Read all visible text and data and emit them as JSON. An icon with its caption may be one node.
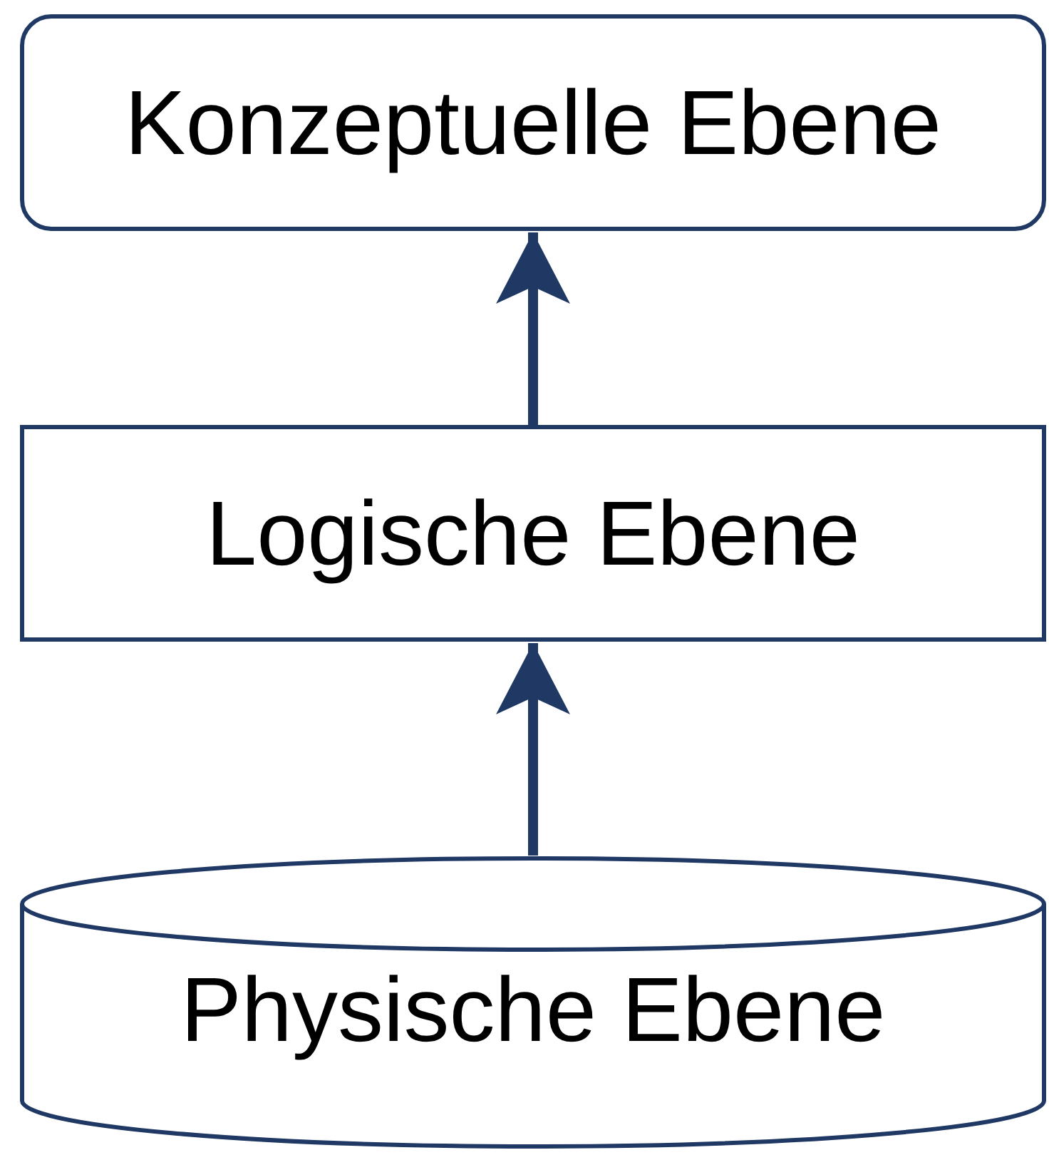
{
  "diagram": {
    "nodes": [
      {
        "text": [
          "Konzeptuelle Ebene"
        ]
      },
      {
        "text": [
          "Logische Ebene"
        ]
      },
      {
        "text": [
          "Physische Ebene"
        ]
      }
    ],
    "edges": [
      {
        "from": 1,
        "to": 0,
        "arrow": "to"
      },
      {
        "from": 2,
        "to": 1,
        "arrow": "to"
      }
    ]
  }
}
